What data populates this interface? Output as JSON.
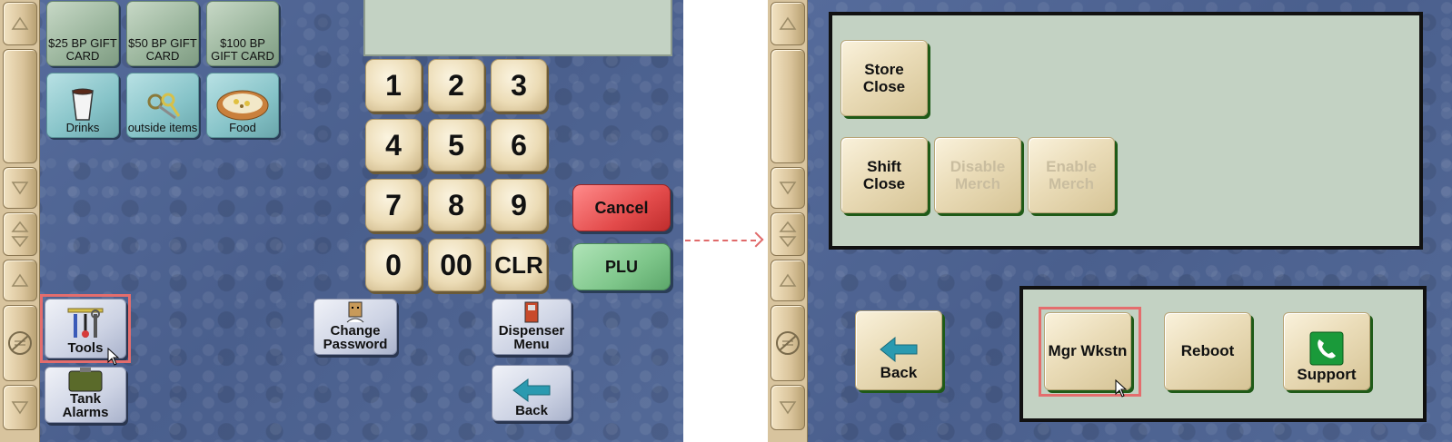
{
  "left_screen": {
    "gift_cards": [
      {
        "label": "$25 BP GIFT CARD"
      },
      {
        "label": "$50 BP GIFT CARD"
      },
      {
        "label": "$100 BP GIFT CARD"
      }
    ],
    "categories": [
      {
        "label": "Drinks",
        "icon": "cup-icon"
      },
      {
        "label": "outside items",
        "icon": "keys-icon"
      },
      {
        "label": "Food",
        "icon": "food-plate-icon"
      }
    ],
    "keypad": [
      "1",
      "2",
      "3",
      "4",
      "5",
      "6",
      "7",
      "8",
      "9",
      "0",
      "00",
      "CLR"
    ],
    "cancel_label": "Cancel",
    "plu_label": "PLU",
    "tools_label": "Tools",
    "tank_alarms_label": "Tank Alarms",
    "change_password_label": "Change Password",
    "dispenser_menu_label": "Dispenser Menu",
    "back_label": "Back"
  },
  "right_screen": {
    "top_panel_buttons": [
      {
        "label": "Store Close",
        "enabled": true
      },
      {
        "label": "Shift Close",
        "enabled": true
      },
      {
        "label": "Disable Merch",
        "enabled": false
      },
      {
        "label": "Enable Merch",
        "enabled": false
      }
    ],
    "back_label": "Back",
    "mgr_wkstn_label": "Mgr Wkstn",
    "reboot_label": "Reboot",
    "support_label": "Support"
  },
  "colors": {
    "background": "#4e6493",
    "highlight": "#e46d6d",
    "panel": "#c3d2c3",
    "cancel": "#e34b4b",
    "plu": "#7ec68a"
  }
}
